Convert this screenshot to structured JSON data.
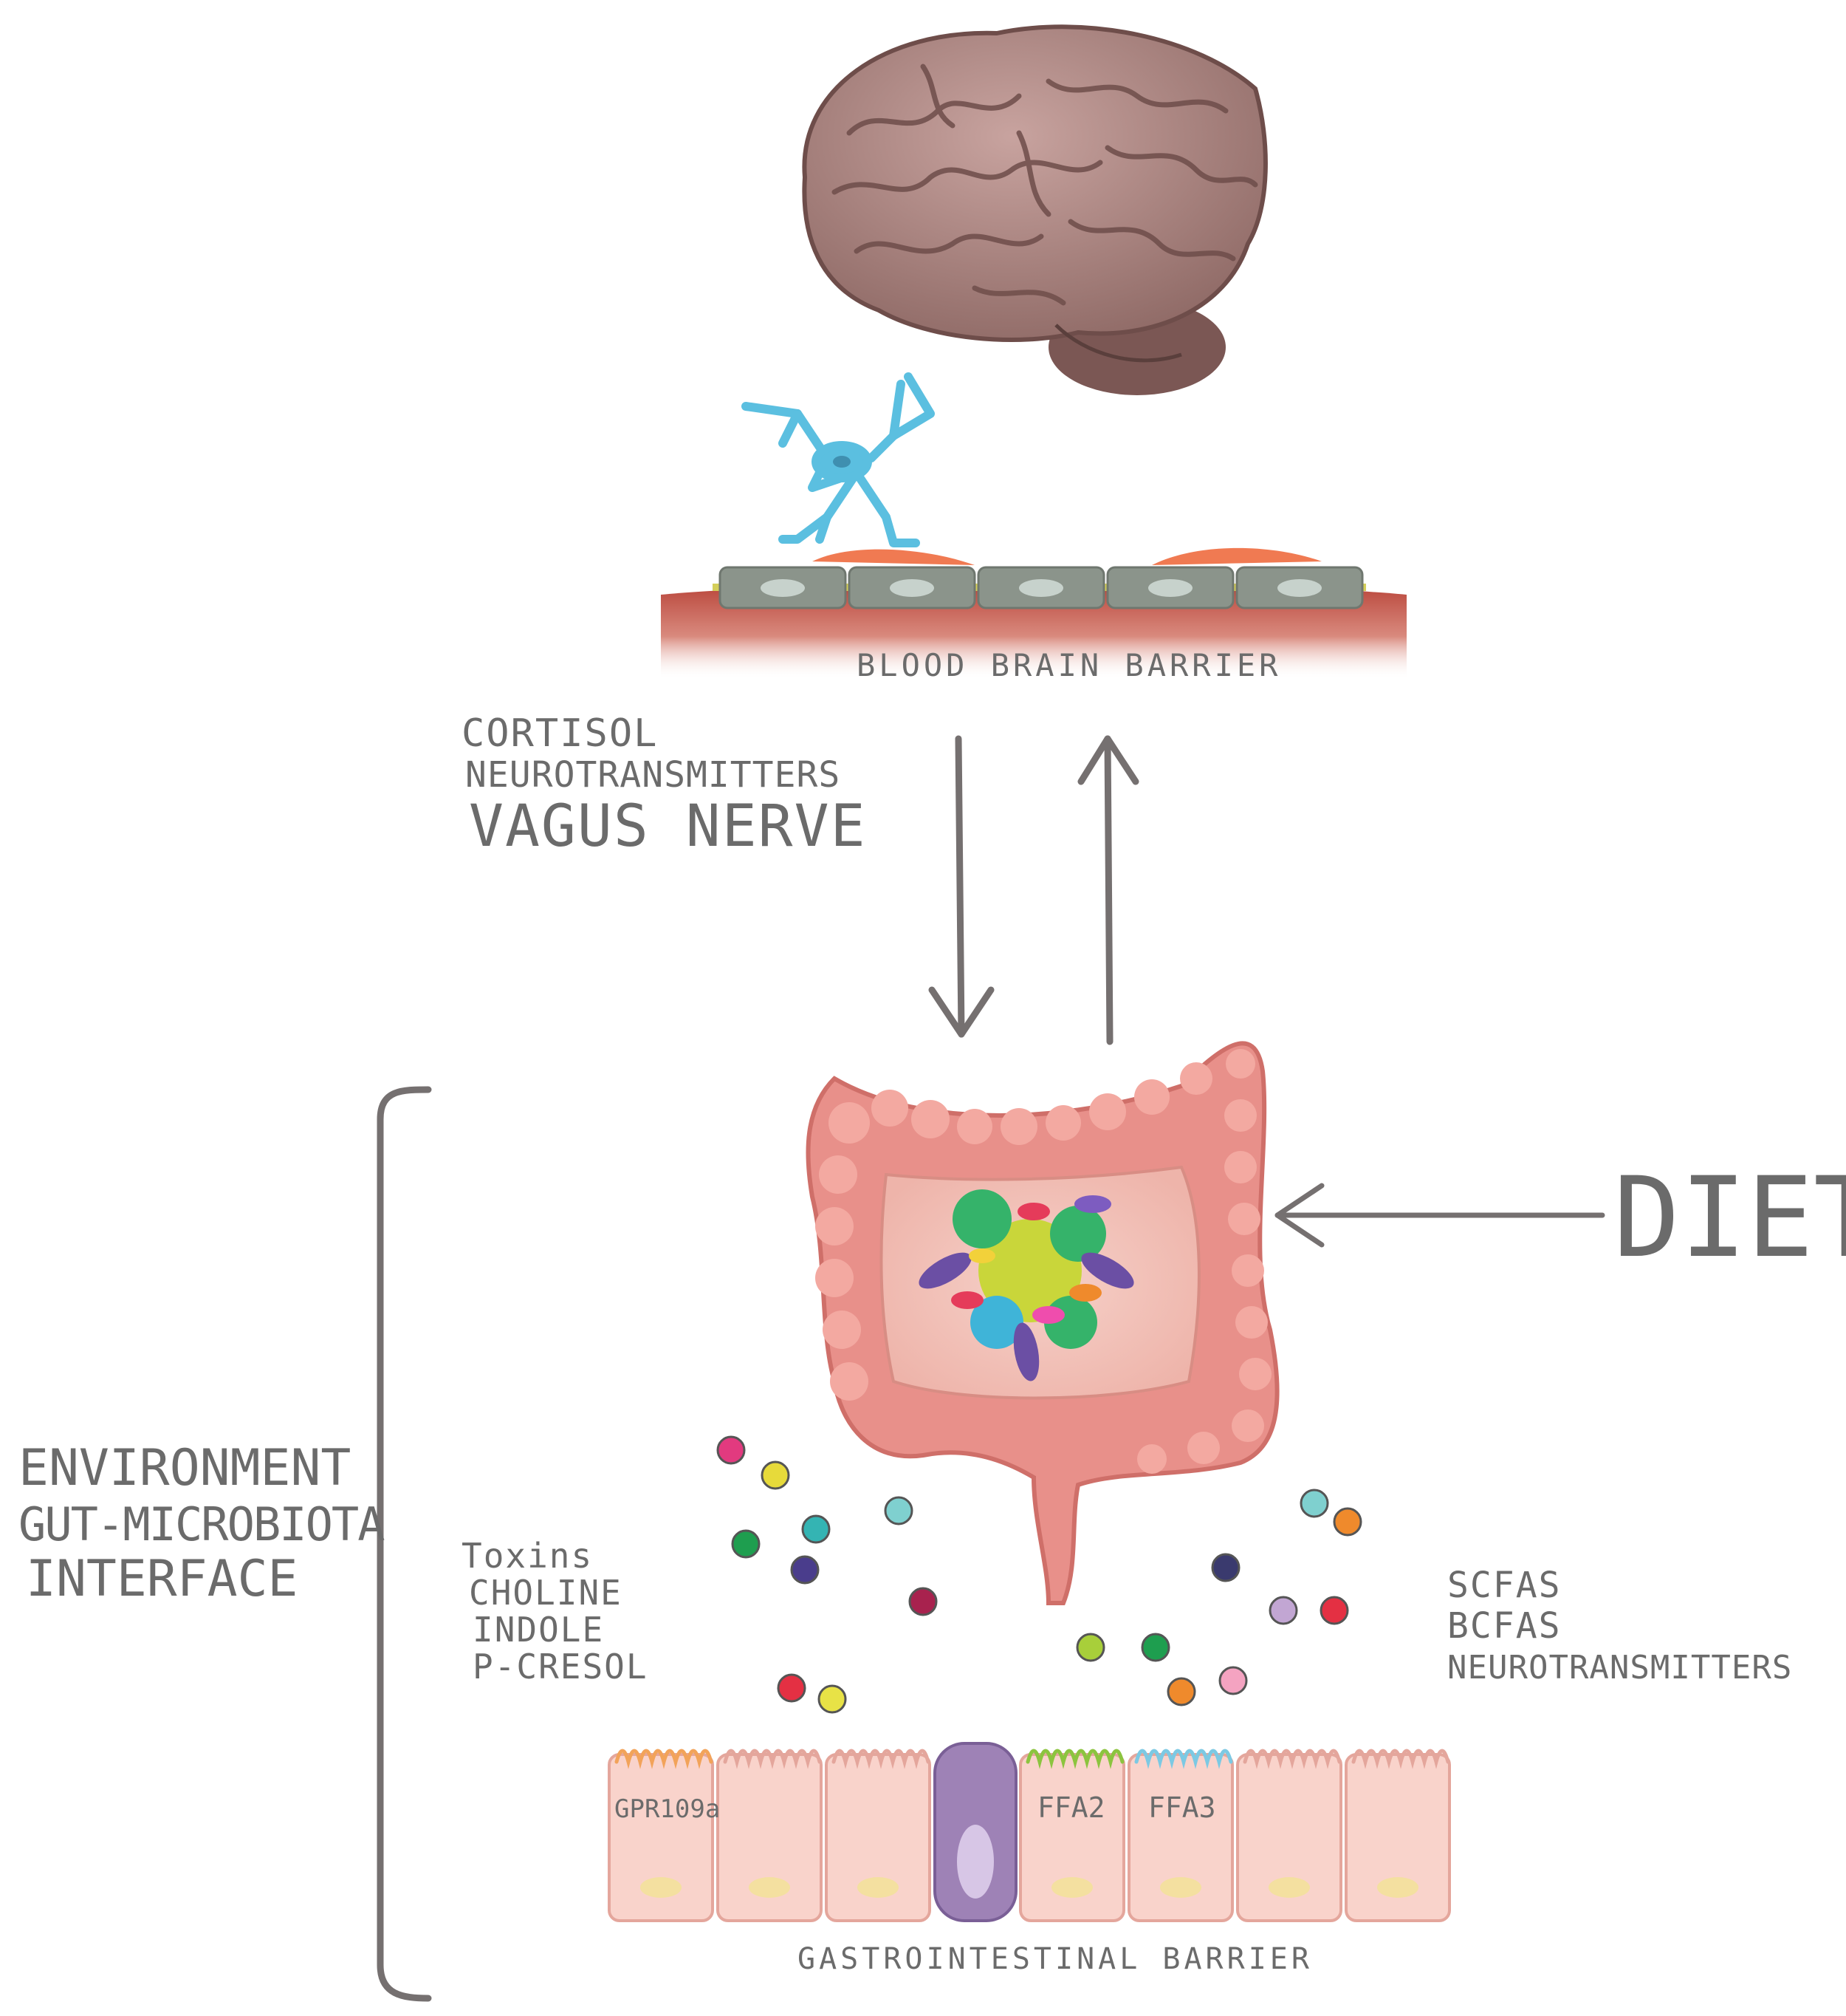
{
  "labels": {
    "blood_brain_barrier": "BLOOD BRAIN BARRIER",
    "brain_signals": [
      "CORTISOL",
      "NEUROTRANSMITTERS",
      "VAGUS NERVE"
    ],
    "diet": "DIET",
    "environment": [
      "ENVIRONMENT",
      "GUT-MICROBIOTA",
      "INTERFACE"
    ],
    "left_metabolites": [
      "Toxins",
      "CHOLINE",
      "INDOLE",
      "P-CRESOL"
    ],
    "right_metabolites": [
      "SCFAS",
      "BCFAS",
      "NEUROTRANSMITTERS"
    ],
    "receptors": [
      "GPR109a",
      "FFA2",
      "FFA3"
    ],
    "gastrointestinal_barrier": "GASTROINTESTINAL BARRIER"
  },
  "colors": {
    "text": "#6b6b6b",
    "arrow": "#757070",
    "brain": "#b08a86",
    "neuron": "#5bbfe0",
    "colon": "#e8908a",
    "epithelium": "#f9d3cb",
    "goblet": "#9e82b6"
  }
}
